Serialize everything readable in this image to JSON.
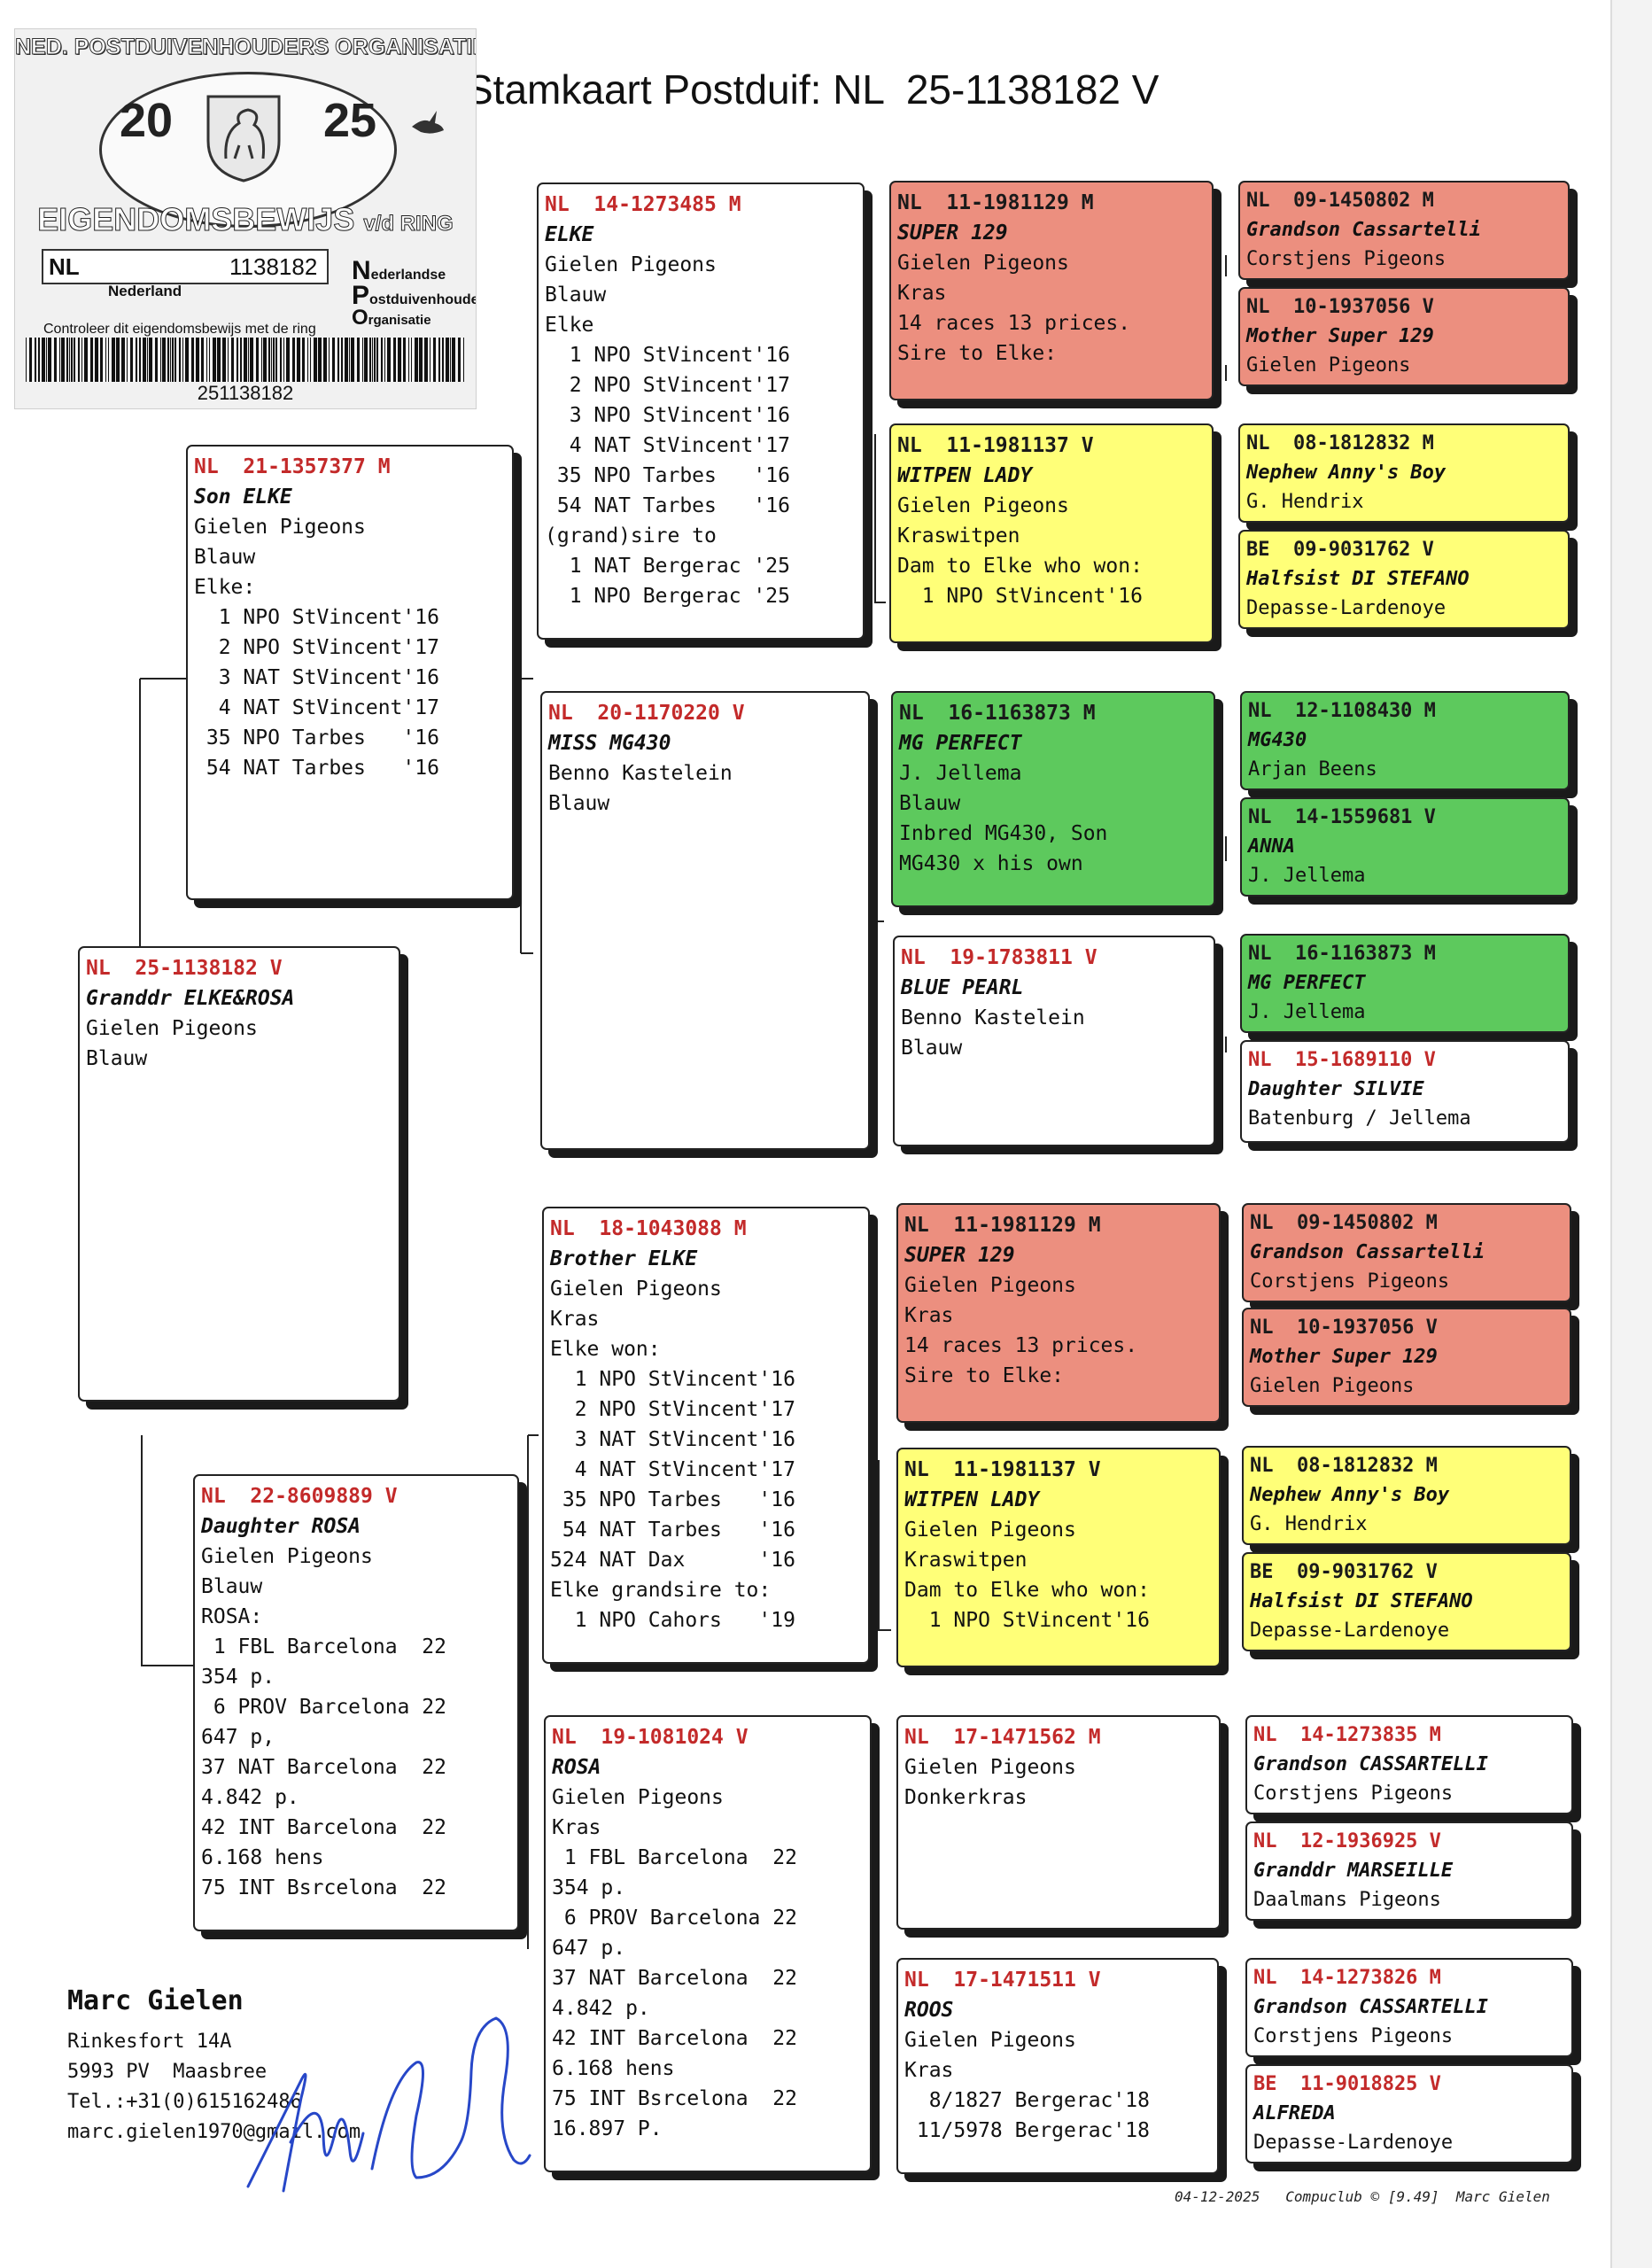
{
  "title": {
    "prefix": "Stamkaart Postduif:",
    "ring": "NL  25-1138182 V"
  },
  "certificate": {
    "org": "NED. POSTDUIVENHOUDERS ORGANISATIE",
    "year_left": "20",
    "year_right": "25",
    "title": "EIGENDOMSBEWIJS",
    "title_suffix": "v/d RING",
    "country_code": "NL",
    "ring_number": "1138182",
    "country_name": "Nederland",
    "npo_1": "ederlandse",
    "npo_2": "ostduivenhouders",
    "npo_3": "rganisatie",
    "control_text": "Controleer dit eigendomsbewijs met de ring",
    "barcode_number": "251138182"
  },
  "pigeons": {
    "p0": {
      "color": "white",
      "lines": [
        "NL  25-1138182 V",
        "Granddr ELKE&ROSA",
        "Gielen Pigeons",
        "Blauw"
      ]
    },
    "p1": {
      "color": "white",
      "lines": [
        "NL  21-1357377 M",
        "Son ELKE",
        "Gielen Pigeons",
        "Blauw",
        "Elke:",
        "  1 NPO StVincent'16",
        "  2 NPO StVincent'17",
        "  3 NAT StVincent'16",
        "  4 NAT StVincent'17",
        " 35 NPO Tarbes   '16",
        " 54 NAT Tarbes   '16"
      ]
    },
    "p2": {
      "color": "white",
      "lines": [
        "NL  22-8609889 V",
        "Daughter ROSA",
        "Gielen Pigeons",
        "Blauw",
        "ROSA:",
        " 1 FBL Barcelona  22",
        "354 p.",
        " 6 PROV Barcelona 22",
        "647 p,",
        "37 NAT Barcelona  22",
        "4.842 p.",
        "42 INT Barcelona  22",
        "6.168 hens",
        "75 INT Bsrcelona  22"
      ]
    },
    "p3": {
      "color": "white",
      "lines": [
        "NL  14-1273485 M",
        "ELKE",
        "Gielen Pigeons",
        "Blauw",
        "Elke",
        "  1 NPO StVincent'16",
        "  2 NPO StVincent'17",
        "  3 NPO StVincent'16",
        "  4 NAT StVincent'17",
        " 35 NPO Tarbes   '16",
        " 54 NAT Tarbes   '16",
        "(grand)sire to",
        "  1 NAT Bergerac '25",
        "  1 NPO Bergerac '25"
      ]
    },
    "p4": {
      "color": "white",
      "lines": [
        "NL  20-1170220 V",
        "MISS MG430",
        "Benno Kastelein",
        "Blauw"
      ]
    },
    "p5": {
      "color": "white",
      "lines": [
        "NL  18-1043088 M",
        "Brother ELKE",
        "Gielen Pigeons",
        "Kras",
        "Elke won:",
        "  1 NPO StVincent'16",
        "  2 NPO StVincent'17",
        "  3 NAT StVincent'16",
        "  4 NAT StVincent'17",
        " 35 NPO Tarbes   '16",
        " 54 NAT Tarbes   '16",
        "524 NAT Dax      '16",
        "Elke grandsire to:",
        "  1 NPO Cahors   '19"
      ]
    },
    "p6": {
      "color": "white",
      "lines": [
        "NL  19-1081024 V",
        "ROSA",
        "Gielen Pigeons",
        "Kras",
        " 1 FBL Barcelona  22",
        "354 p.",
        " 6 PROV Barcelona 22",
        "647 p.",
        "37 NAT Barcelona  22",
        "4.842 p.",
        "42 INT Barcelona  22",
        "6.168 hens",
        "75 INT Bsrcelona  22",
        "16.897 P."
      ]
    },
    "p7": {
      "color": "red",
      "lines": [
        "NL  11-1981129 M",
        "SUPER 129",
        "Gielen Pigeons",
        "Kras",
        "14 races 13 prices.",
        "Sire to Elke:"
      ]
    },
    "p8": {
      "color": "yellow",
      "lines": [
        "NL  11-1981137 V",
        "WITPEN LADY",
        "Gielen Pigeons",
        "Kraswitpen",
        "Dam to Elke who won:",
        "  1 NPO StVincent'16"
      ]
    },
    "p9": {
      "color": "green",
      "lines": [
        "NL  16-1163873 M",
        "MG PERFECT",
        "J. Jellema",
        "Blauw",
        "Inbred MG430, Son",
        "MG430 x his own"
      ]
    },
    "p10": {
      "color": "white",
      "lines": [
        "NL  19-1783811 V",
        "BLUE PEARL",
        "Benno Kastelein",
        "Blauw"
      ]
    },
    "p11": {
      "color": "red",
      "lines": [
        "NL  11-1981129 M",
        "SUPER 129",
        "Gielen Pigeons",
        "Kras",
        "14 races 13 prices.",
        "Sire to Elke:"
      ]
    },
    "p12": {
      "color": "yellow",
      "lines": [
        "NL  11-1981137 V",
        "WITPEN LADY",
        "Gielen Pigeons",
        "Kraswitpen",
        "Dam to Elke who won:",
        "  1 NPO StVincent'16"
      ]
    },
    "p13": {
      "color": "white",
      "lines": [
        "NL  17-1471562 M",
        "",
        "Gielen Pigeons",
        "Donkerkras"
      ]
    },
    "p14": {
      "color": "white",
      "lines": [
        "NL  17-1471511 V",
        "ROOS",
        "Gielen Pigeons",
        "Kras",
        "  8/1827 Bergerac'18",
        " 11/5978 Bergerac'18"
      ]
    },
    "p15": {
      "color": "red",
      "lines": [
        "NL  09-1450802 M",
        "Grandson Cassartelli",
        "Corstjens Pigeons"
      ]
    },
    "p16": {
      "color": "red",
      "lines": [
        "NL  10-1937056 V",
        "Mother Super 129",
        "Gielen Pigeons"
      ]
    },
    "p17": {
      "color": "yellow",
      "lines": [
        "NL  08-1812832 M",
        "Nephew Anny's Boy",
        "G. Hendrix"
      ]
    },
    "p18": {
      "color": "yellow",
      "lines": [
        "BE  09-9031762 V",
        "Halfsist DI STEFANO",
        "Depasse-Lardenoye"
      ]
    },
    "p19": {
      "color": "green",
      "lines": [
        "NL  12-1108430 M",
        "MG430",
        "Arjan Beens"
      ]
    },
    "p20": {
      "color": "green",
      "lines": [
        "NL  14-1559681 V",
        "ANNA",
        "J. Jellema"
      ]
    },
    "p21": {
      "color": "green",
      "lines": [
        "NL  16-1163873 M",
        "MG PERFECT",
        "J. Jellema"
      ]
    },
    "p22": {
      "color": "white",
      "lines": [
        "NL  15-1689110 V",
        "Daughter SILVIE",
        "Batenburg / Jellema"
      ]
    },
    "p23": {
      "color": "red",
      "lines": [
        "NL  09-1450802 M",
        "Grandson Cassartelli",
        "Corstjens Pigeons"
      ]
    },
    "p24": {
      "color": "red",
      "lines": [
        "NL  10-1937056 V",
        "Mother Super 129",
        "Gielen Pigeons"
      ]
    },
    "p25": {
      "color": "yellow",
      "lines": [
        "NL  08-1812832 M",
        "Nephew Anny's Boy",
        "G. Hendrix"
      ]
    },
    "p26": {
      "color": "yellow",
      "lines": [
        "BE  09-9031762 V",
        "Halfsist DI STEFANO",
        "Depasse-Lardenoye"
      ]
    },
    "p27": {
      "color": "white",
      "lines": [
        "NL  14-1273835 M",
        "Grandson CASSARTELLI",
        "Corstjens Pigeons"
      ]
    },
    "p28": {
      "color": "white",
      "lines": [
        "NL  12-1936925 V",
        "Granddr MARSEILLE",
        "Daalmans Pigeons"
      ]
    },
    "p29": {
      "color": "white",
      "lines": [
        "NL  14-1273826 M",
        "Grandson CASSARTELLI",
        "Corstjens Pigeons"
      ]
    },
    "p30": {
      "color": "white",
      "lines": [
        "BE  11-9018825 V",
        "ALFREDA",
        "Depasse-Lardenoye"
      ]
    }
  },
  "owner": {
    "name": "Marc Gielen",
    "address": "Rinkesfort 14A",
    "city": "5993 PV  Maasbree",
    "phone": "Tel.:+31(0)615162486",
    "email": "marc.gielen1970@gmail.com"
  },
  "footer": "04-12-2025   Compuclub © [9.49]  Marc Gielen",
  "colors": {
    "red": "#ec8f7f",
    "yellow": "#ffff78",
    "green": "#5dc95d",
    "ring_red": "#c32a2a",
    "signature": "#2747c8"
  }
}
